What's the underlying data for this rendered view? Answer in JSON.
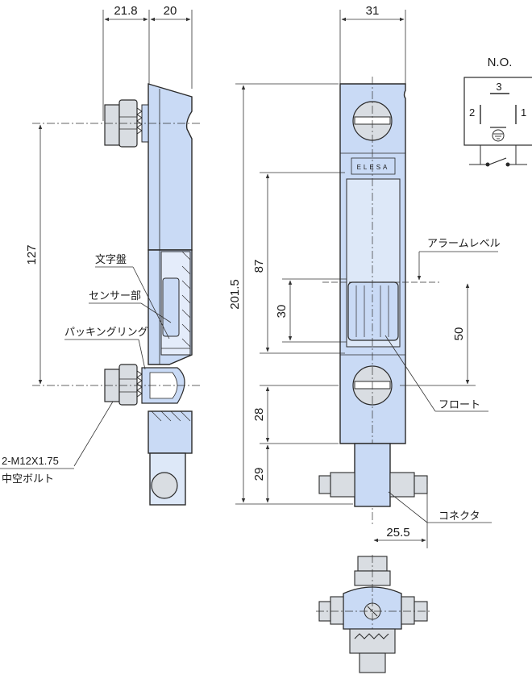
{
  "colors": {
    "body_fill": "#c9daf5",
    "body_fill_light": "#dde8f8",
    "metal_fill": "#d9dde2",
    "outline": "#2a2a2a",
    "dimension_line": "#333333",
    "label": "#1a1a1a"
  },
  "dimensions": {
    "side_width_a": "21.8",
    "side_width_b": "20",
    "front_width": "31",
    "mount_pitch": "127",
    "overall_height": "201.5",
    "sensor_range": "87",
    "float_travel": "30",
    "alarm_to_bottom": "50",
    "lower_offset": "28",
    "connector_offset": "29",
    "connector_width": "25.5"
  },
  "labels": {
    "dial": "文字盤",
    "sensor": "センサー部",
    "packing_ring": "パッキングリング",
    "bolt_spec": "2-M12X1.75",
    "bolt_type": "中空ボルト",
    "alarm_level": "アラームレベル",
    "float": "フロート",
    "connector": "コネクタ",
    "brand": "ELESA"
  },
  "circuit": {
    "mode": "N.O.",
    "pin_3": "3",
    "pin_2": "2",
    "pin_1": "1"
  }
}
